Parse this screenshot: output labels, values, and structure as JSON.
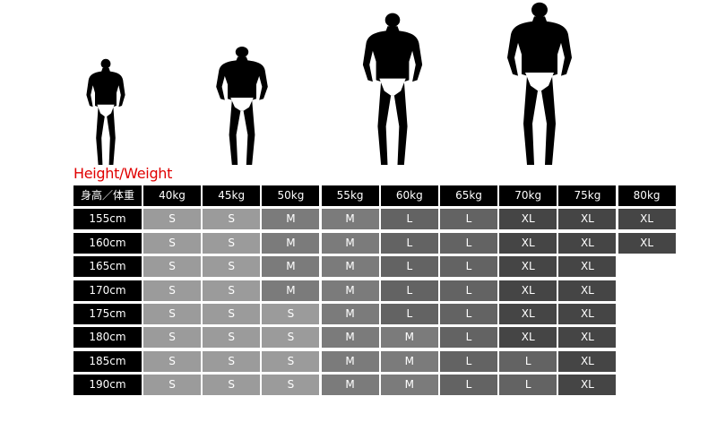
{
  "title": "Height/Weight",
  "corner_label": "身高／体重",
  "weights": [
    "40kg",
    "45kg",
    "50kg",
    "55kg",
    "60kg",
    "65kg",
    "70kg",
    "75kg",
    "80kg"
  ],
  "rows": [
    {
      "height": "155cm",
      "sizes": [
        "S",
        "S",
        "M",
        "M",
        "L",
        "L",
        "XL",
        "XL",
        "XL"
      ]
    },
    {
      "height": "160cm",
      "sizes": [
        "S",
        "S",
        "M",
        "M",
        "L",
        "L",
        "XL",
        "XL",
        "XL"
      ]
    },
    {
      "height": "165cm",
      "sizes": [
        "S",
        "S",
        "M",
        "M",
        "L",
        "L",
        "XL",
        "XL"
      ]
    },
    {
      "height": "170cm",
      "sizes": [
        "S",
        "S",
        "M",
        "M",
        "L",
        "L",
        "XL",
        "XL"
      ]
    },
    {
      "height": "175cm",
      "sizes": [
        "S",
        "S",
        "S",
        "M",
        "L",
        "L",
        "XL",
        "XL"
      ]
    },
    {
      "height": "180cm",
      "sizes": [
        "S",
        "S",
        "S",
        "M",
        "M",
        "L",
        "XL",
        "XL"
      ]
    },
    {
      "height": "185cm",
      "sizes": [
        "S",
        "S",
        "S",
        "M",
        "M",
        "L",
        "L",
        "XL"
      ]
    },
    {
      "height": "190cm",
      "sizes": [
        "S",
        "S",
        "S",
        "M",
        "M",
        "L",
        "L",
        "XL"
      ]
    }
  ],
  "size_colors": {
    "S": "#9b9b9b",
    "M": "#7b7b7b",
    "L": "#636363",
    "XL": "#454545"
  },
  "title_color": "#e00000"
}
